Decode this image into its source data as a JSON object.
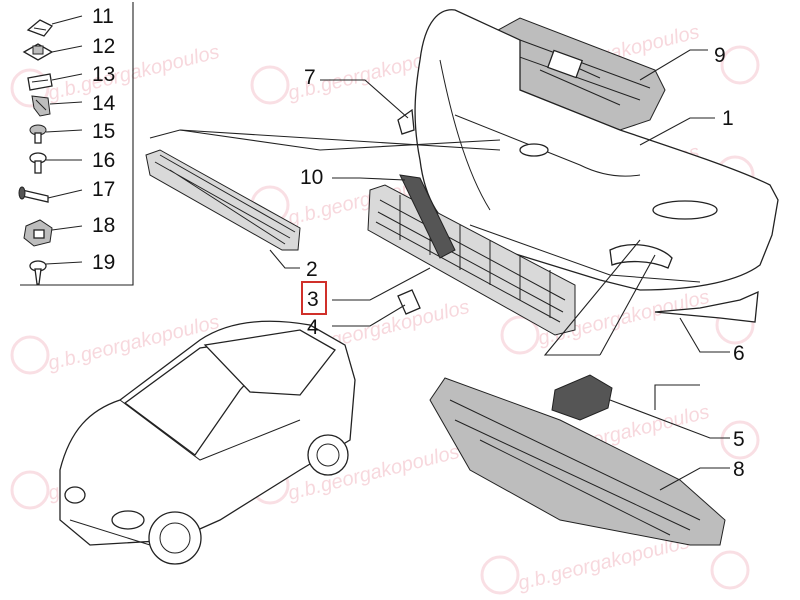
{
  "watermark": {
    "text": "g.b.georgakopoulos",
    "color": "#f2b9c3"
  },
  "legend": {
    "items": [
      {
        "number": "11",
        "icon": "clip-icon"
      },
      {
        "number": "12",
        "icon": "nut-clip-icon"
      },
      {
        "number": "13",
        "icon": "retainer-icon"
      },
      {
        "number": "14",
        "icon": "bracket-clip-icon"
      },
      {
        "number": "15",
        "icon": "rivet-icon"
      },
      {
        "number": "16",
        "icon": "push-pin-icon"
      },
      {
        "number": "17",
        "icon": "long-screw-icon"
      },
      {
        "number": "18",
        "icon": "spring-clip-icon"
      },
      {
        "number": "19",
        "icon": "screw-icon"
      }
    ]
  },
  "callouts": {
    "c1": "1",
    "c2": "2",
    "c3": "3",
    "c4": "4",
    "c5": "5",
    "c6": "6",
    "c7": "7",
    "c8": "8",
    "c9": "9",
    "c10": "10"
  },
  "selected_part": "3",
  "colors": {
    "highlight": "#d0302a",
    "line": "#222222"
  }
}
